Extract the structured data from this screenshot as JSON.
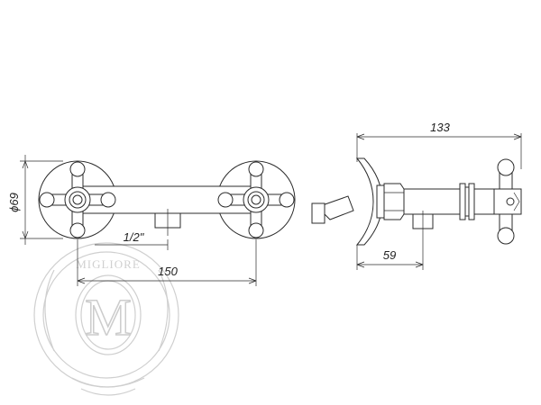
{
  "dimensions": {
    "diameter": "ϕ69",
    "thread": "1/2\"",
    "width_front": "150",
    "depth_side": "133",
    "outlet_offset": "59"
  },
  "watermark": {
    "brand": "MIGLIORE",
    "monogram": "M"
  }
}
